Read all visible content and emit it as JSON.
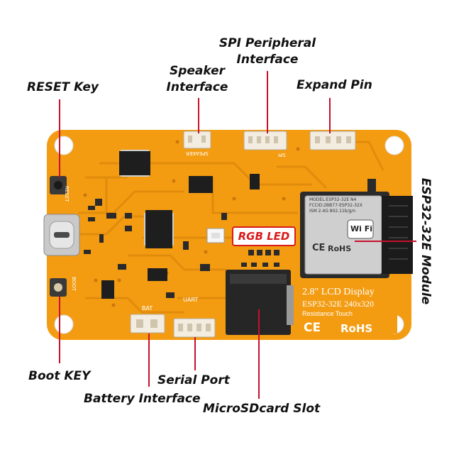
{
  "labels": {
    "reset_key": "RESET Key",
    "speaker_interface_1": "Speaker",
    "speaker_interface_2": "Interface",
    "spi_1": "SPI Peripheral",
    "spi_2": "Interface",
    "expand_pin": "Expand Pin",
    "esp_module": "ESP32-32E Module",
    "rgb_led": "RGB LED",
    "boot_key": "Boot KEY",
    "serial_port": "Serial Port",
    "battery_interface": "Battery Interface",
    "microsd_slot": "MicroSDcard Slot"
  },
  "silkscreen": {
    "reset": "RESET",
    "boot": "BOOT",
    "bat": "BAT",
    "uart": "UART",
    "speaker": "SPEAKER",
    "spi": "SPI",
    "display_title": "2.8\" LCD Display",
    "display_model": "ESP32-32E  240x320",
    "touch": "Resistance Touch",
    "ce": "CE",
    "rohs": "RoHS"
  },
  "module": {
    "line1": "MODEL:ESP32-32E  N4",
    "line2": "FCCID:2BB77-ESP32-32X",
    "line3": "ISM 2.4G 802.11b/g/n",
    "wifi": "Wi Fi",
    "rohs": "RoHS",
    "ce": "CE"
  },
  "colors": {
    "board": "#f39c12",
    "board_dark": "#d47f0a",
    "trace": "#e08a0c",
    "callout_line": "#c8102e",
    "chip": "#1e1e1e",
    "module_body": "#2b2b2b",
    "connector": "#f2ece1",
    "sd_slot": "#262626"
  }
}
